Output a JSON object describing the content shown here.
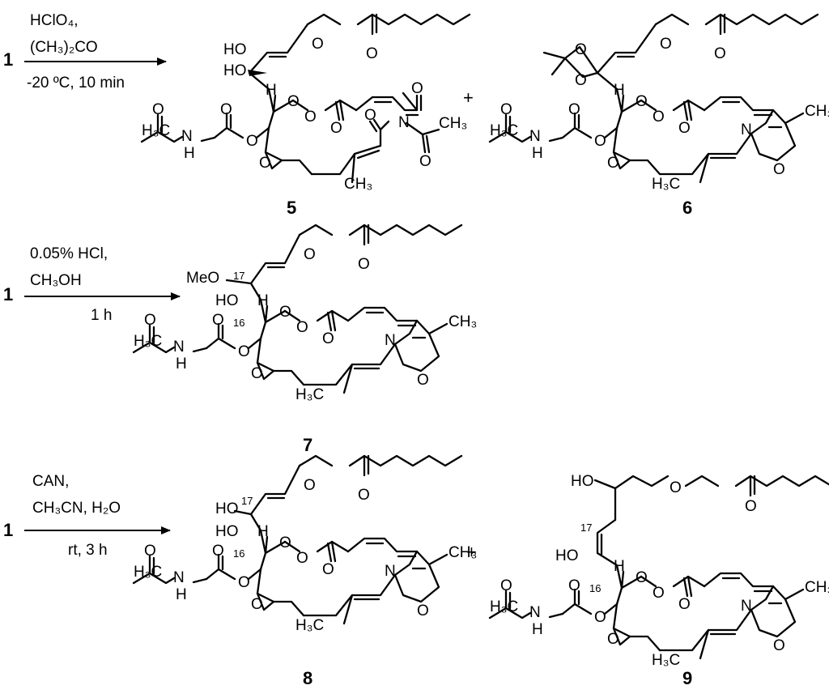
{
  "reactions": [
    {
      "reactant": "1",
      "conditions": [
        "HClO₄,",
        "(CH₃)₂CO",
        "-20 ºC, 10 min"
      ],
      "products": [
        "5",
        "6"
      ],
      "plus": "+"
    },
    {
      "reactant": "1",
      "conditions": [
        "0.05% HCl,",
        "CH₃OH",
        "1 h"
      ],
      "products": [
        "7"
      ]
    },
    {
      "reactant": "1",
      "conditions": [
        "CAN,",
        "CH₃CN, H₂O",
        "rt, 3 h"
      ],
      "products": [
        "8",
        "9"
      ],
      "plus": "+"
    }
  ],
  "atom_labels": {
    "ho": "HO",
    "meo": "MeO",
    "h": "H",
    "o": "O",
    "n": "N",
    "nh_h": "H",
    "h3c": "H₃C",
    "ch3": "CH₃",
    "c16": "16",
    "c17": "17"
  }
}
